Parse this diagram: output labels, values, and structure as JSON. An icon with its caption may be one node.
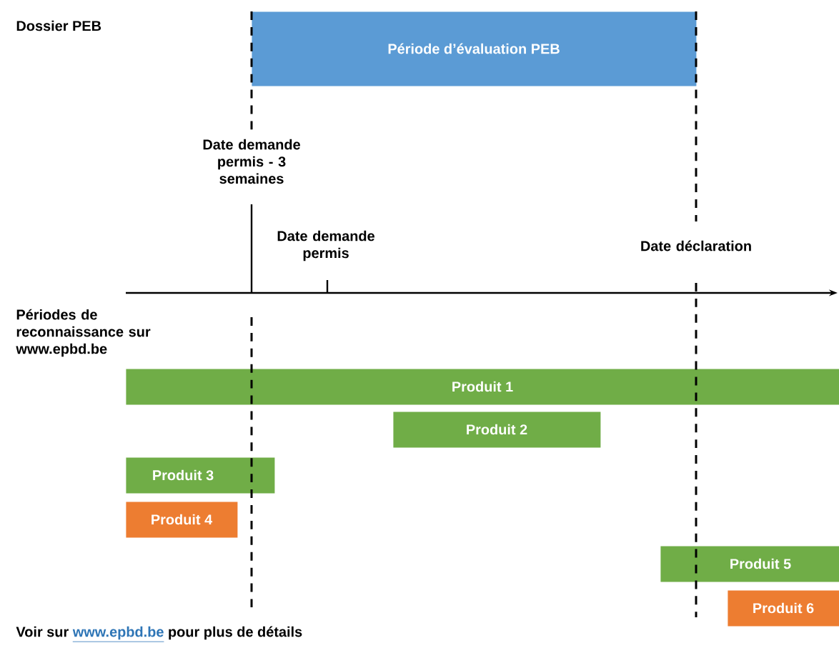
{
  "diagram": {
    "nodes": [
      {
        "text": [
          "Période d’évaluation PEB"
        ]
      },
      {
        "text": [
          "Produit 1"
        ]
      },
      {
        "text": [
          "Produit 2"
        ]
      },
      {
        "text": [
          "Produit 3"
        ]
      },
      {
        "text": [
          "Produit 4"
        ]
      },
      {
        "text": [
          "Produit 5"
        ]
      },
      {
        "text": [
          "Produit 6"
        ]
      }
    ],
    "labels": [
      "Dossier PEB",
      "Date demande permis - 3 semaines",
      "Date demande permis",
      "Date déclaration",
      "Périodes de reconnaissance sur www.epbd.be",
      "Voir sur",
      "www.epbd.be",
      "pour plus de détails"
    ]
  }
}
